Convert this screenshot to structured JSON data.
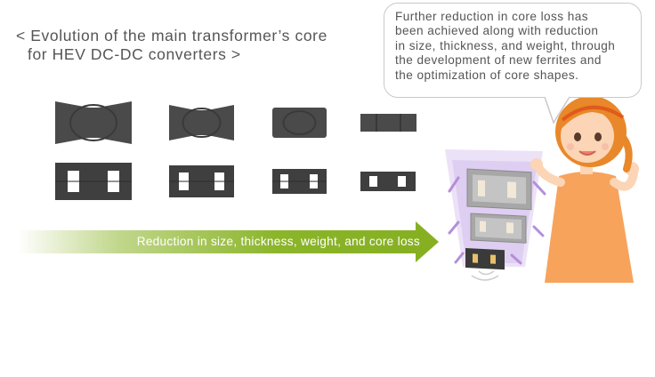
{
  "title": {
    "line1": "< Evolution of the main transformer’s core",
    "line2": "for HEV DC-DC converters >"
  },
  "speech_bubble": {
    "lines": [
      "Further reduction in core loss has",
      "been achieved along with reduction",
      "in size, thickness, and weight, through",
      "the development of new ferrites and",
      "the optimization of core shapes."
    ]
  },
  "arrow": {
    "label": "Reduction in size, thickness, weight, and core loss",
    "color": "#86b022"
  },
  "colors": {
    "core_dark": "#3f3f3f",
    "core_mid": "#555555",
    "skin": "#fbd5b5",
    "hair": "#e8882a",
    "dress": "#f7a35c",
    "glow": "#d9c6f0"
  }
}
